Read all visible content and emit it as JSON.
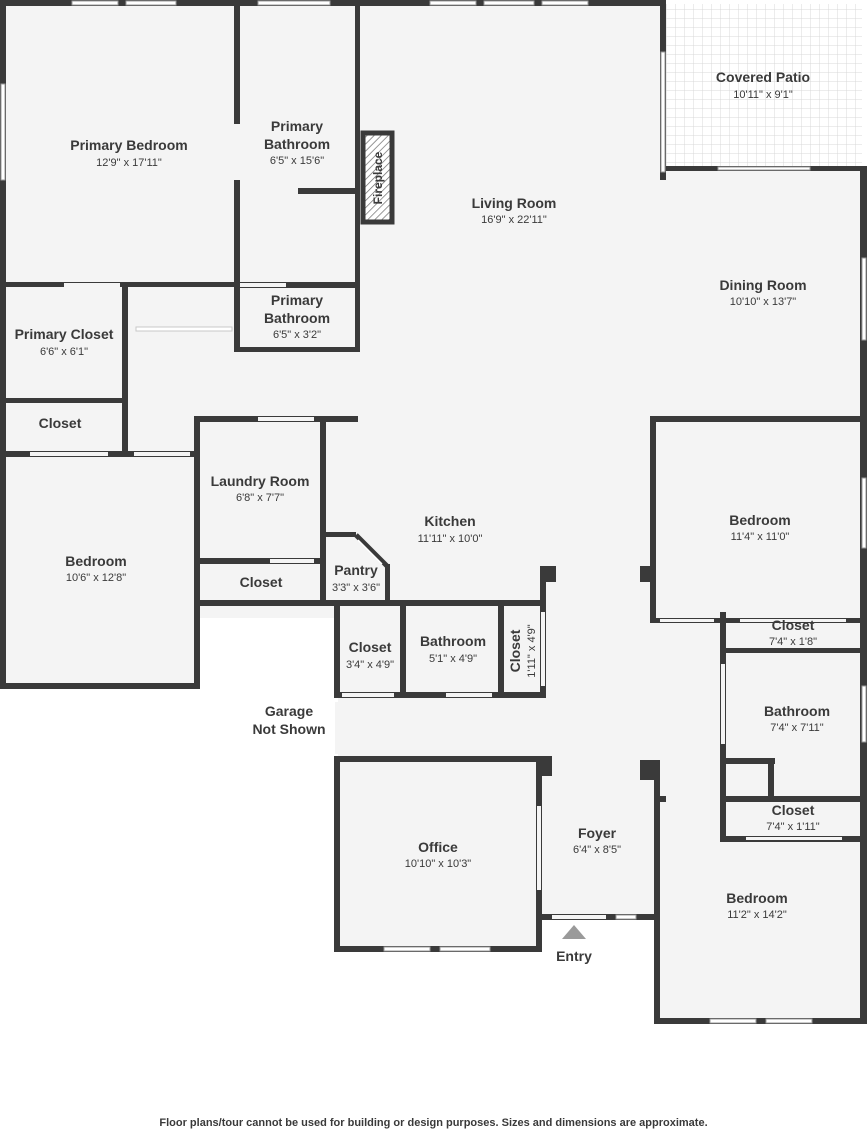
{
  "colors": {
    "wall": "#3a3a3a",
    "floor": "#f4f4f4",
    "window": "#ffffff",
    "text": "#3a3a3a",
    "patio_grid": "#d9d9d9"
  },
  "rooms": {
    "primary_bedroom": {
      "name": "Primary Bedroom",
      "dim": "12'9\" x 17'11\""
    },
    "primary_bathroom_a_l1": "Primary",
    "primary_bathroom_a_l2": "Bathroom",
    "primary_bathroom_a_dim": "6'5\" x 15'6\"",
    "fireplace": "Fireplace",
    "living_room": {
      "name": "Living Room",
      "dim": "16'9\" x 22'11\""
    },
    "covered_patio": {
      "name": "Covered Patio",
      "dim": "10'11\" x 9'1\""
    },
    "dining_room": {
      "name": "Dining Room",
      "dim": "10'10\" x 13'7\""
    },
    "primary_bathroom_b_l1": "Primary",
    "primary_bathroom_b_l2": "Bathroom",
    "primary_bathroom_b_dim": "6'5\" x 3'2\"",
    "primary_closet": {
      "name": "Primary Closet",
      "dim": "6'6\" x 6'1\""
    },
    "closet_left": {
      "name": "Closet"
    },
    "laundry_room": {
      "name": "Laundry Room",
      "dim": "6'8\" x 7'7\""
    },
    "kitchen": {
      "name": "Kitchen",
      "dim": "11'11\" x 10'0\""
    },
    "bedroom_left": {
      "name": "Bedroom",
      "dim": "10'6\" x 12'8\""
    },
    "closet_laundry": {
      "name": "Closet"
    },
    "pantry": {
      "name": "Pantry",
      "dim": "3'3\" x 3'6\""
    },
    "bedroom_right": {
      "name": "Bedroom",
      "dim": "11'4\" x 11'0\""
    },
    "closet_right_top": {
      "name": "Closet",
      "dim": "7'4\" x 1'8\""
    },
    "closet_hall": {
      "name": "Closet",
      "dim": "3'4\" x 4'9\""
    },
    "bathroom_hall": {
      "name": "Bathroom",
      "dim": "5'1\" x 4'9\""
    },
    "closet_narrow": {
      "name": "Closet",
      "dim": "1'11\" x 4'9\""
    },
    "bathroom_right": {
      "name": "Bathroom",
      "dim": "7'4\" x 7'11\""
    },
    "closet_right_bottom": {
      "name": "Closet",
      "dim": "7'4\" x 1'11\""
    },
    "office": {
      "name": "Office",
      "dim": "10'10\" x 10'3\""
    },
    "foyer": {
      "name": "Foyer",
      "dim": "6'4\" x 8'5\""
    },
    "bedroom_bottom": {
      "name": "Bedroom",
      "dim": "11'2\" x 14'2\""
    }
  },
  "garage_l1": "Garage",
  "garage_l2": "Not Shown",
  "entry": "Entry",
  "disclaimer": "Floor plans/tour cannot be used for building or design purposes. Sizes and dimensions are approximate."
}
